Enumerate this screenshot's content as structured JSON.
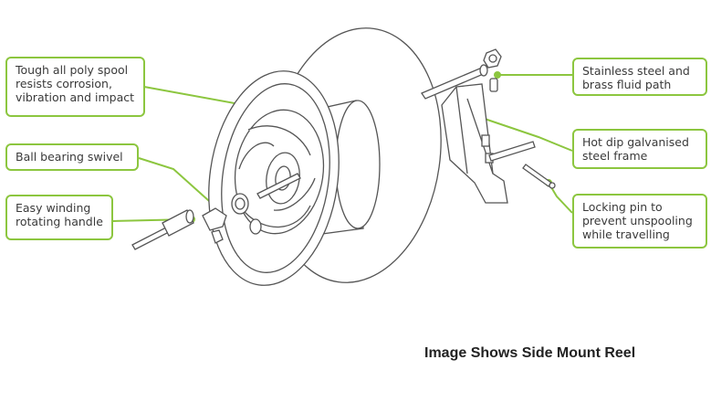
{
  "callouts": {
    "spool": "Tough all poly spool\nresists corrosion,\nvibration and impact",
    "swivel": "Ball bearing swivel",
    "handle": "Easy winding\nrotating handle",
    "fluid_path": "Stainless steel and\nbrass fluid path",
    "frame": "Hot dip galvanised\nsteel frame",
    "pin": "Locking pin to\nprevent unspooling\nwhile travelling"
  },
  "caption": "Image Shows Side Mount Reel",
  "colors": {
    "accent": "#8cc63f",
    "line": "#555555"
  }
}
